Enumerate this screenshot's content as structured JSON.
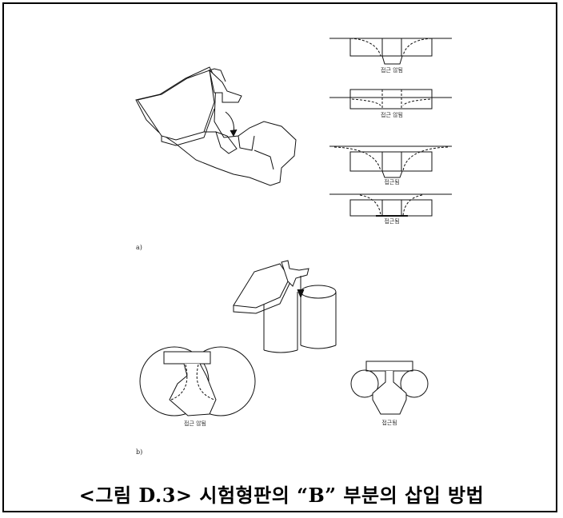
{
  "figure": {
    "labels": {
      "not_close_1": "접근 않됨",
      "not_close_2": "접근 않됨",
      "close_1": "접근됨",
      "close_2": "접근됨",
      "b_not_close": "접근 않됨",
      "b_close": "접근됨"
    },
    "sublabels": {
      "a": "a)",
      "b": "b)"
    }
  },
  "caption": "<그림 D.3> 시험형판의 “B” 부분의 삽입 방법"
}
